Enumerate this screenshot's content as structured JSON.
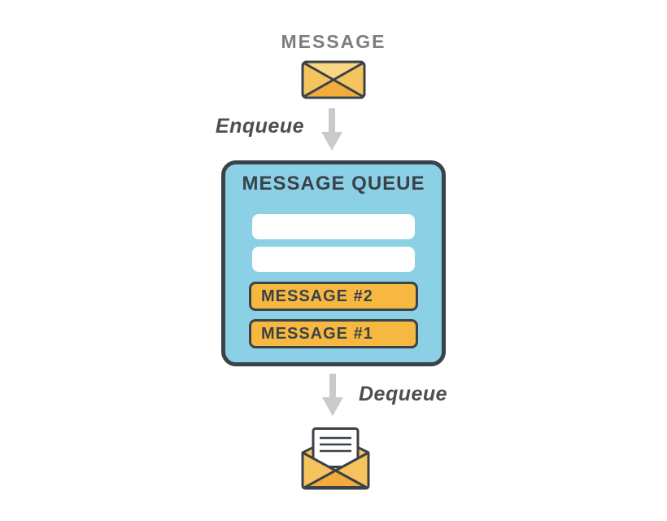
{
  "diagram": {
    "message_label": "MESSAGE",
    "enqueue_label": "Enqueue",
    "dequeue_label": "Dequeue",
    "queue_box": {
      "title": "MESSAGE QUEUE",
      "empty_slot_count": 2,
      "messages": [
        {
          "label": "MESSAGE #2"
        },
        {
          "label": "MESSAGE #1"
        }
      ]
    },
    "icons": {
      "top": "closed-envelope-icon",
      "enqueue": "arrow-down-icon",
      "dequeue": "arrow-down-icon",
      "bottom": "open-envelope-icon"
    }
  },
  "colors": {
    "outline_dark": "#3a424a",
    "queue_fill": "#8bd0e4",
    "slot_orange": "#f6b840",
    "envelope_light": "#fad784",
    "envelope_mid": "#f6c45e",
    "envelope_dark": "#f1ac3b",
    "arrow_gray": "#c8cacc",
    "label_gray": "#7d7d7d",
    "flow_label_color": "#4e4e4e",
    "paper_white": "#ffffff"
  }
}
